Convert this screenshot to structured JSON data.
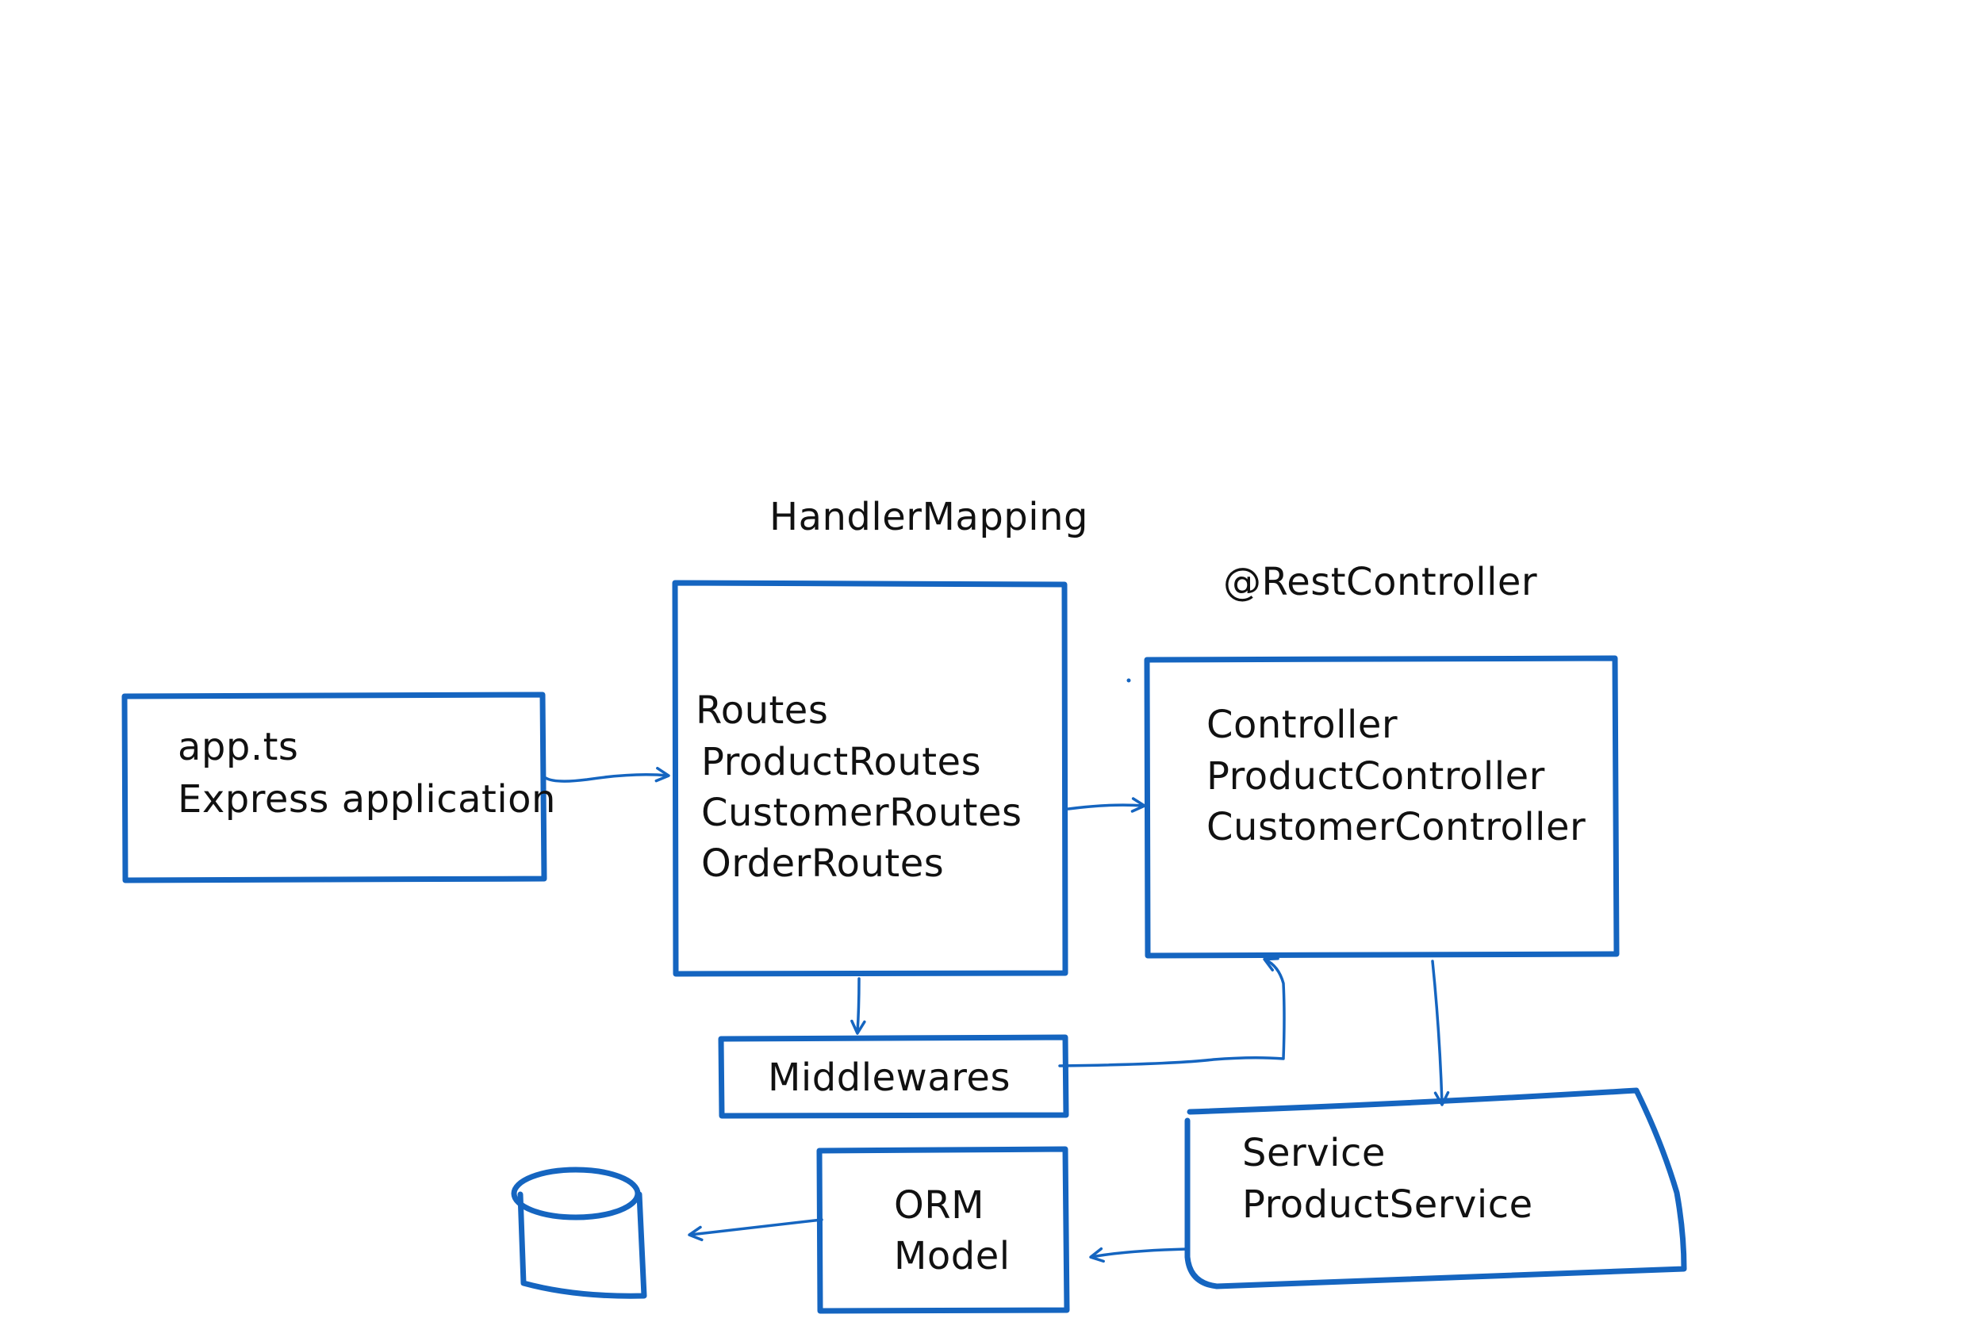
{
  "colors": {
    "stroke": "#1565c0",
    "text": "#111111",
    "background": "#ffffff"
  },
  "labels": {
    "handler_mapping": "HandlerMapping",
    "rest_controller": "@RestController"
  },
  "app": {
    "line1": "app.ts",
    "line2": "Express application"
  },
  "routes": {
    "line1": "Routes",
    "line2": "ProductRoutes",
    "line3": "CustomerRoutes",
    "line4": "OrderRoutes"
  },
  "controller": {
    "line1": "Controller",
    "line2": "ProductController",
    "line3": "CustomerController"
  },
  "middlewares": {
    "line1": "Middlewares"
  },
  "service": {
    "line1": "Service",
    "line2": "ProductService"
  },
  "orm": {
    "line1": "ORM",
    "line2": "Model"
  },
  "database": {
    "icon": "database-cylinder-icon"
  }
}
